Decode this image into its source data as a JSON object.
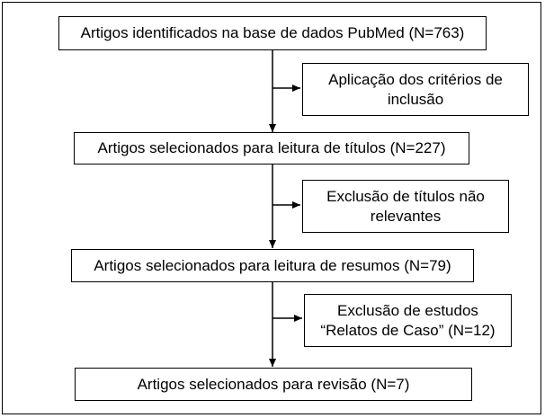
{
  "flowchart": {
    "main_steps": [
      {
        "label": "Artigos identificados na base de dados PubMed (N=763)"
      },
      {
        "label": "Artigos selecionados para leitura de títulos (N=227)"
      },
      {
        "label": "Artigos selecionados para leitura de resumos (N=79)"
      },
      {
        "label": "Artigos selecionados para revisão (N=7)"
      }
    ],
    "side_steps": [
      {
        "line1": "Aplicação dos critérios de",
        "line2": "inclusão"
      },
      {
        "line1": "Exclusão de títulos não",
        "line2": "relevantes"
      },
      {
        "line1": "Exclusão de estudos",
        "line2": "“Relatos de Caso” (N=12)"
      }
    ],
    "colors": {
      "line": "#000000",
      "background": "#ffffff"
    }
  }
}
